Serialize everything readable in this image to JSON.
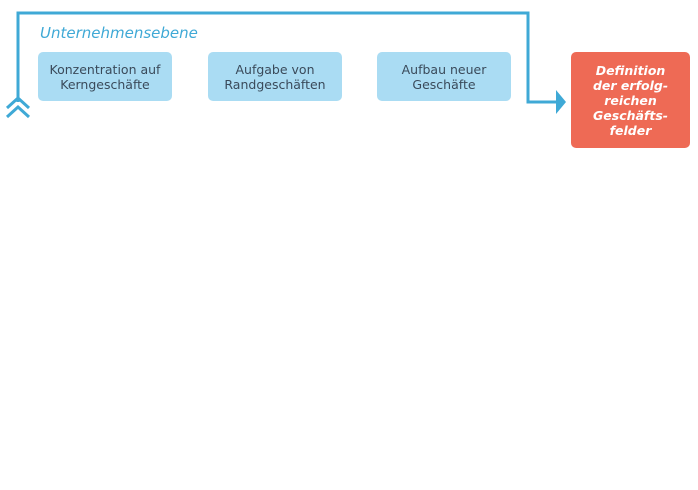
{
  "level_label": "Unternehmensebene",
  "colors": {
    "accent_blue": "#3fa9d6",
    "box_fill": "#aadcf3",
    "box_text": "#3a4a5a",
    "result_fill": "#ee6a55",
    "result_text": "#ffffff"
  },
  "measures": [
    {
      "line1": "Konzentration auf",
      "line2": "Kerngeschäfte"
    },
    {
      "line1": "Aufgabe von",
      "line2": "Randgeschäften"
    },
    {
      "line1": "Aufbau neuer",
      "line2": "Geschäfte"
    }
  ],
  "result": {
    "lines": [
      "Definition",
      "der erfolg-",
      "reichen",
      "Geschäfts-",
      "felder"
    ]
  },
  "icons": {
    "start": "double-chevron-up-icon",
    "end": "arrow-right-icon"
  }
}
